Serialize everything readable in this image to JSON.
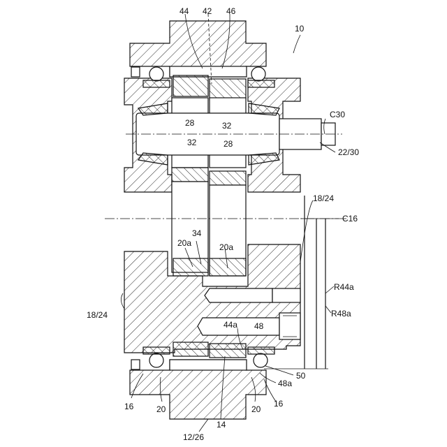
{
  "labels": {
    "l10": "10",
    "l44_top": "44",
    "l42": "42",
    "l46": "46",
    "lC30": "C30",
    "l28_a": "28",
    "l32_a": "32",
    "l32_b": "32",
    "l28_b": "28",
    "l22_30": "22/30",
    "l18_24_right": "18/24",
    "lC16": "C16",
    "l34": "34",
    "l20a_left": "20a",
    "l20a_right": "20a",
    "lR44a": "R44a",
    "l18_24_left": "18/24",
    "lR48a": "R48a",
    "l44a": "44a",
    "l48": "48",
    "l50": "50",
    "l48a": "48a",
    "l16_left": "16",
    "l20_left": "20",
    "l20_right": "20",
    "l16_right": "16",
    "l14": "14",
    "l12_26": "12/26"
  }
}
